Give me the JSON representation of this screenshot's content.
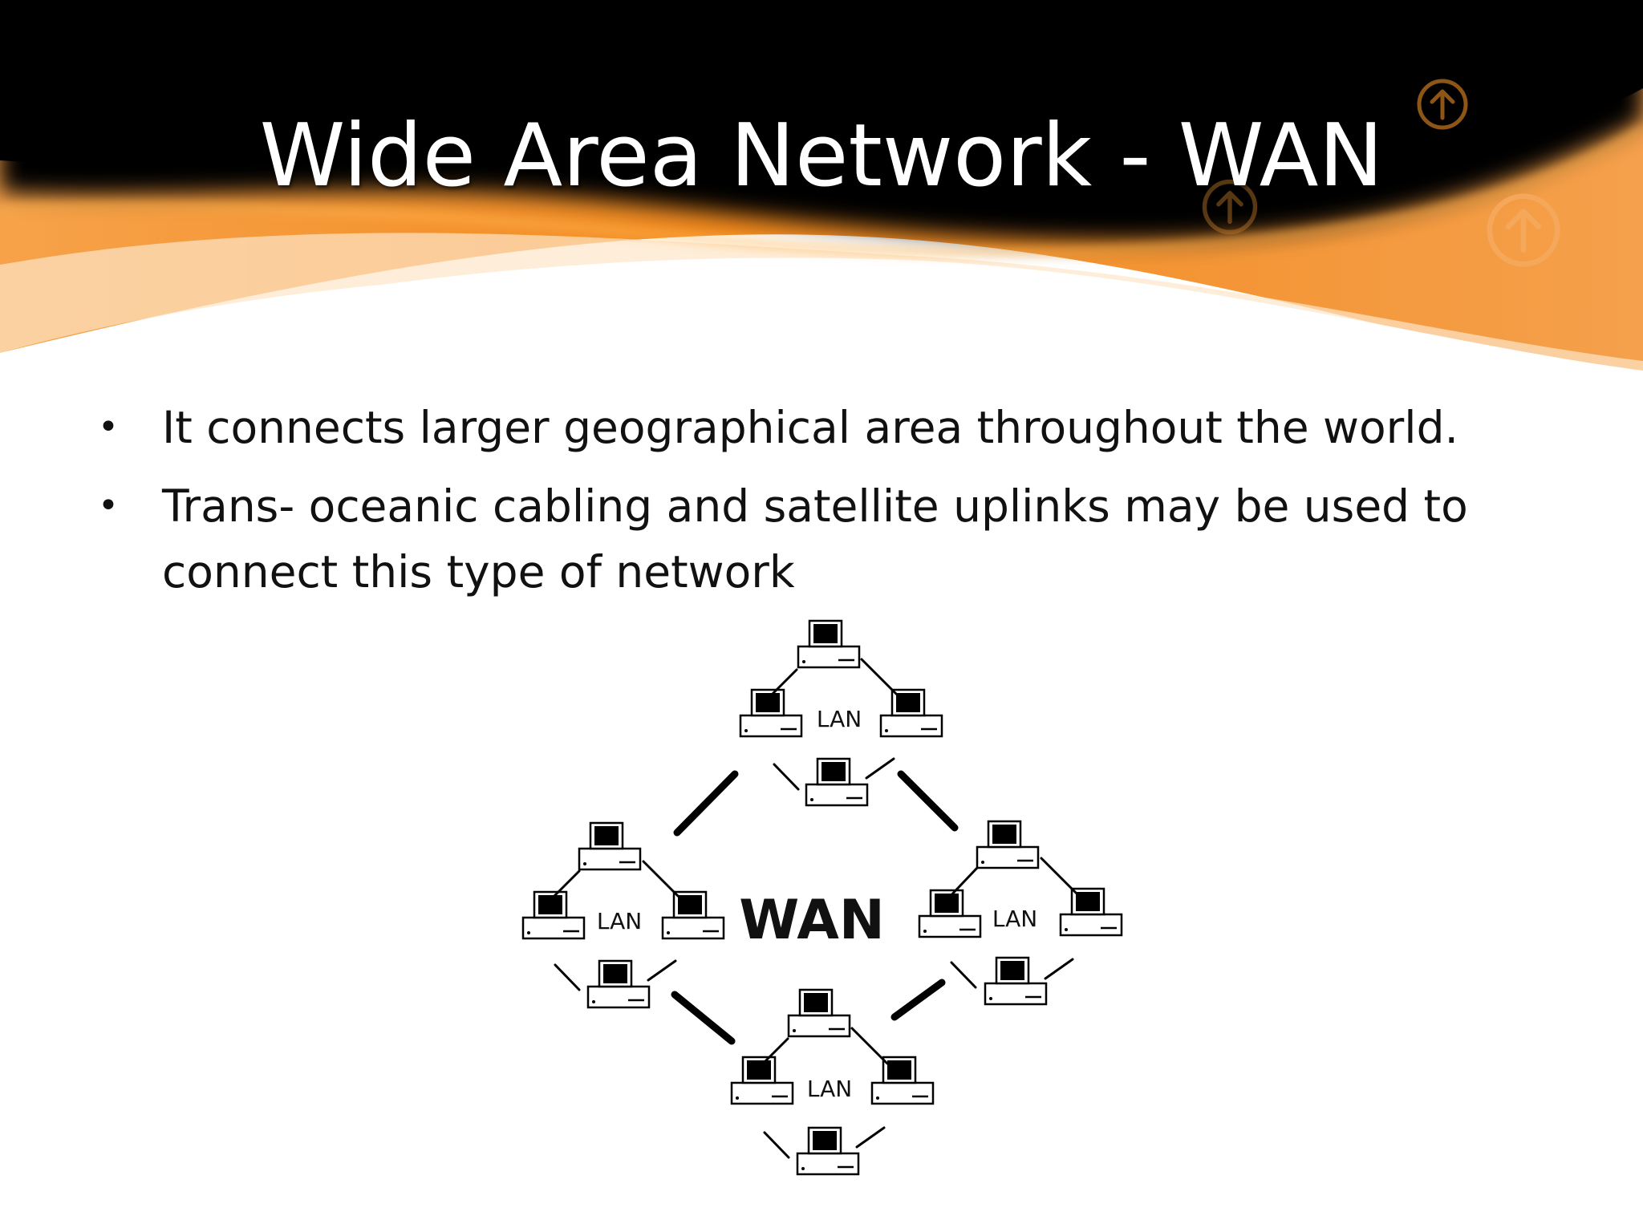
{
  "slide": {
    "title": "Wide Area Network - WAN",
    "bullets": [
      "It connects larger geographical area throughout the world.",
      "Trans- oceanic cabling and satellite uplinks may be used to connect this type of network"
    ]
  },
  "diagram": {
    "center_label": "WAN",
    "lan_label": "LAN",
    "lans": [
      {
        "id": "lan-top",
        "label": "LAN"
      },
      {
        "id": "lan-left",
        "label": "LAN"
      },
      {
        "id": "lan-right",
        "label": "LAN"
      },
      {
        "id": "lan-bottom",
        "label": "LAN"
      }
    ]
  },
  "colors": {
    "banner_dark": "#000000",
    "banner_orange": "#f28a1e",
    "title_text": "#ffffff",
    "body_text": "#111111"
  },
  "icons": [
    "upload-arrow-circle-icon",
    "computer-icon"
  ]
}
